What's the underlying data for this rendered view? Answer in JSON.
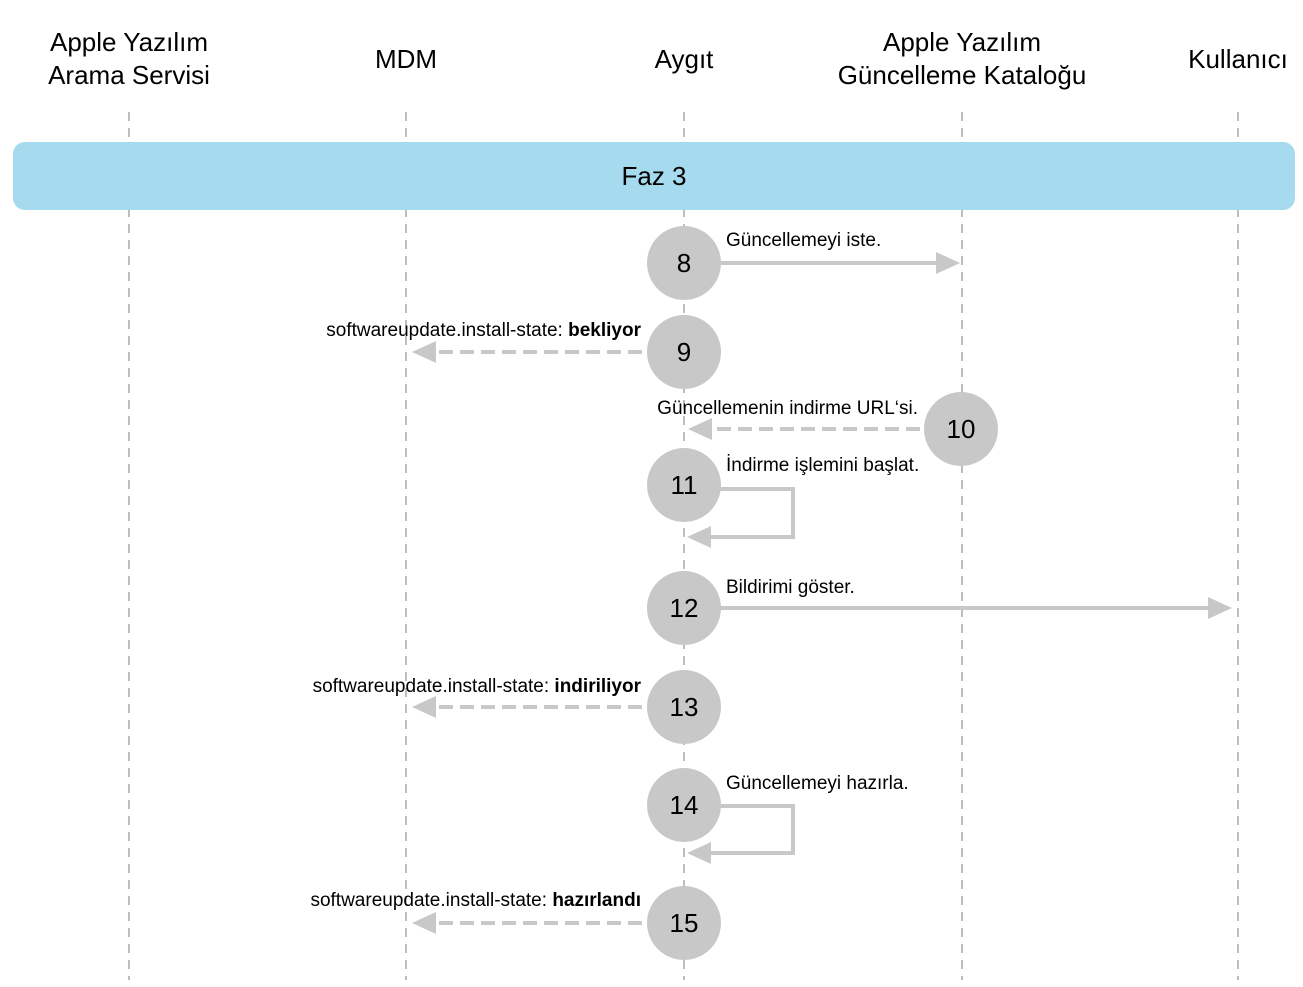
{
  "headers": [
    {
      "id": "search",
      "label": "Apple Yazılım\nArama Servisi"
    },
    {
      "id": "mdm",
      "label": "MDM"
    },
    {
      "id": "device",
      "label": "Aygıt"
    },
    {
      "id": "catalog",
      "label": "Apple Yazılım\nGüncelleme Kataloğu"
    },
    {
      "id": "user",
      "label": "Kullanıcı"
    }
  ],
  "phase": {
    "label": "Faz 3"
  },
  "steps": [
    {
      "num": "8",
      "text": "Güncellemeyi iste."
    },
    {
      "num": "9",
      "text": "softwareupdate.install-state: ",
      "bold": "bekliyor"
    },
    {
      "num": "10",
      "text": "Güncellemenin indirme URL‘si."
    },
    {
      "num": "11",
      "text": "İndirme işlemini başlat."
    },
    {
      "num": "12",
      "text": "Bildirimi göster."
    },
    {
      "num": "13",
      "text": "softwareupdate.install-state: ",
      "bold": "indiriliyor"
    },
    {
      "num": "14",
      "text": "Güncellemeyi hazırla."
    },
    {
      "num": "15",
      "text": "softwareupdate.install-state: ",
      "bold": "hazırlandı"
    }
  ],
  "colors": {
    "phase": "#a6daee",
    "circle": "#c8c8c8",
    "arrow": "#c8c8c8",
    "lifeline": "#9a9a9a"
  }
}
